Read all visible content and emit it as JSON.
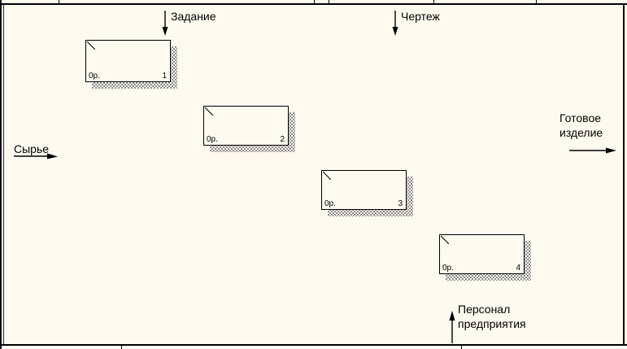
{
  "colors": {
    "background": "#fffaf0",
    "line": "#000000",
    "shadow_dither": "#8d8d8d"
  },
  "arrows": {
    "zadanie": {
      "label": "Задание",
      "direction": "down"
    },
    "chertezh": {
      "label": "Чертеж",
      "direction": "down"
    },
    "syrye": {
      "label": "Сырье",
      "direction": "right"
    },
    "gotovoe_izdelie": {
      "line1": "Готовое",
      "line2": "изделие",
      "direction": "right"
    },
    "personal": {
      "line1": "Персонал",
      "line2": "предприятия",
      "direction": "up"
    }
  },
  "boxes": [
    {
      "cost": "0р.",
      "number": "1"
    },
    {
      "cost": "0р.",
      "number": "2"
    },
    {
      "cost": "0р.",
      "number": "3"
    },
    {
      "cost": "0р.",
      "number": "4"
    }
  ]
}
